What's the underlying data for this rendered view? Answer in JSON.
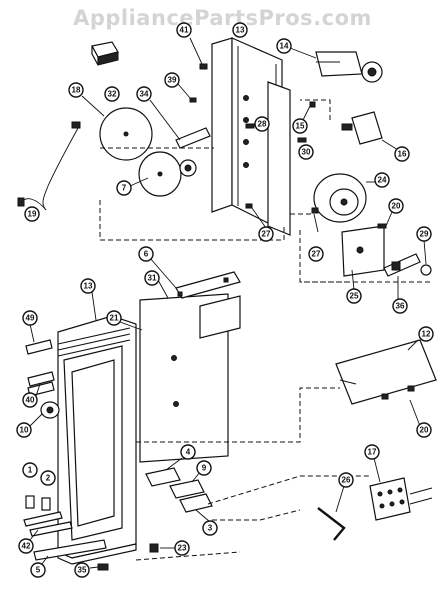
{
  "watermark": "AppliancePartsPros.com",
  "callouts": [
    {
      "label": "41"
    },
    {
      "label": "13"
    },
    {
      "label": "14"
    },
    {
      "label": "32"
    },
    {
      "label": "18"
    },
    {
      "label": "34"
    },
    {
      "label": "39"
    },
    {
      "label": "28"
    },
    {
      "label": "15"
    },
    {
      "label": "16"
    },
    {
      "label": "30"
    },
    {
      "label": "7"
    },
    {
      "label": "19"
    },
    {
      "label": "24"
    },
    {
      "label": "27"
    },
    {
      "label": "20"
    },
    {
      "label": "29"
    },
    {
      "label": "27"
    },
    {
      "label": "25"
    },
    {
      "label": "36"
    },
    {
      "label": "6"
    },
    {
      "label": "31"
    },
    {
      "label": "13"
    },
    {
      "label": "21"
    },
    {
      "label": "12"
    },
    {
      "label": "49"
    },
    {
      "label": "40"
    },
    {
      "label": "10"
    },
    {
      "label": "4"
    },
    {
      "label": "9"
    },
    {
      "label": "26"
    },
    {
      "label": "17"
    },
    {
      "label": "20"
    },
    {
      "label": "1"
    },
    {
      "label": "2"
    },
    {
      "label": "3"
    },
    {
      "label": "42"
    },
    {
      "label": "5"
    },
    {
      "label": "23"
    },
    {
      "label": "35"
    }
  ]
}
